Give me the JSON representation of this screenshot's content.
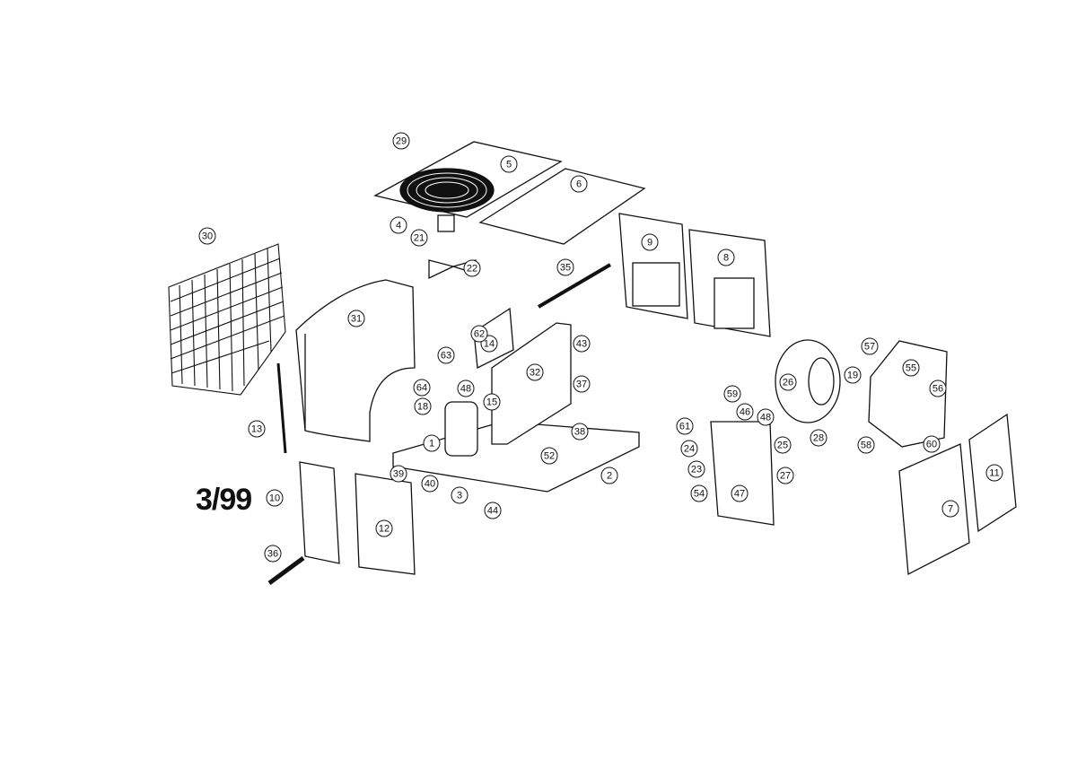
{
  "date_code": "3/99",
  "callouts": [
    "1",
    "2",
    "3",
    "4",
    "5",
    "6",
    "7",
    "8",
    "9",
    "10",
    "11",
    "12",
    "13",
    "14",
    "15",
    "18",
    "19",
    "21",
    "22",
    "23",
    "24",
    "25",
    "26",
    "27",
    "28",
    "29",
    "30",
    "31",
    "32",
    "35",
    "36",
    "37",
    "38",
    "39",
    "40",
    "43",
    "44",
    "46",
    "47",
    "48",
    "48",
    "52",
    "54",
    "55",
    "56",
    "57",
    "58",
    "59",
    "60",
    "61",
    "62",
    "63",
    "64"
  ]
}
